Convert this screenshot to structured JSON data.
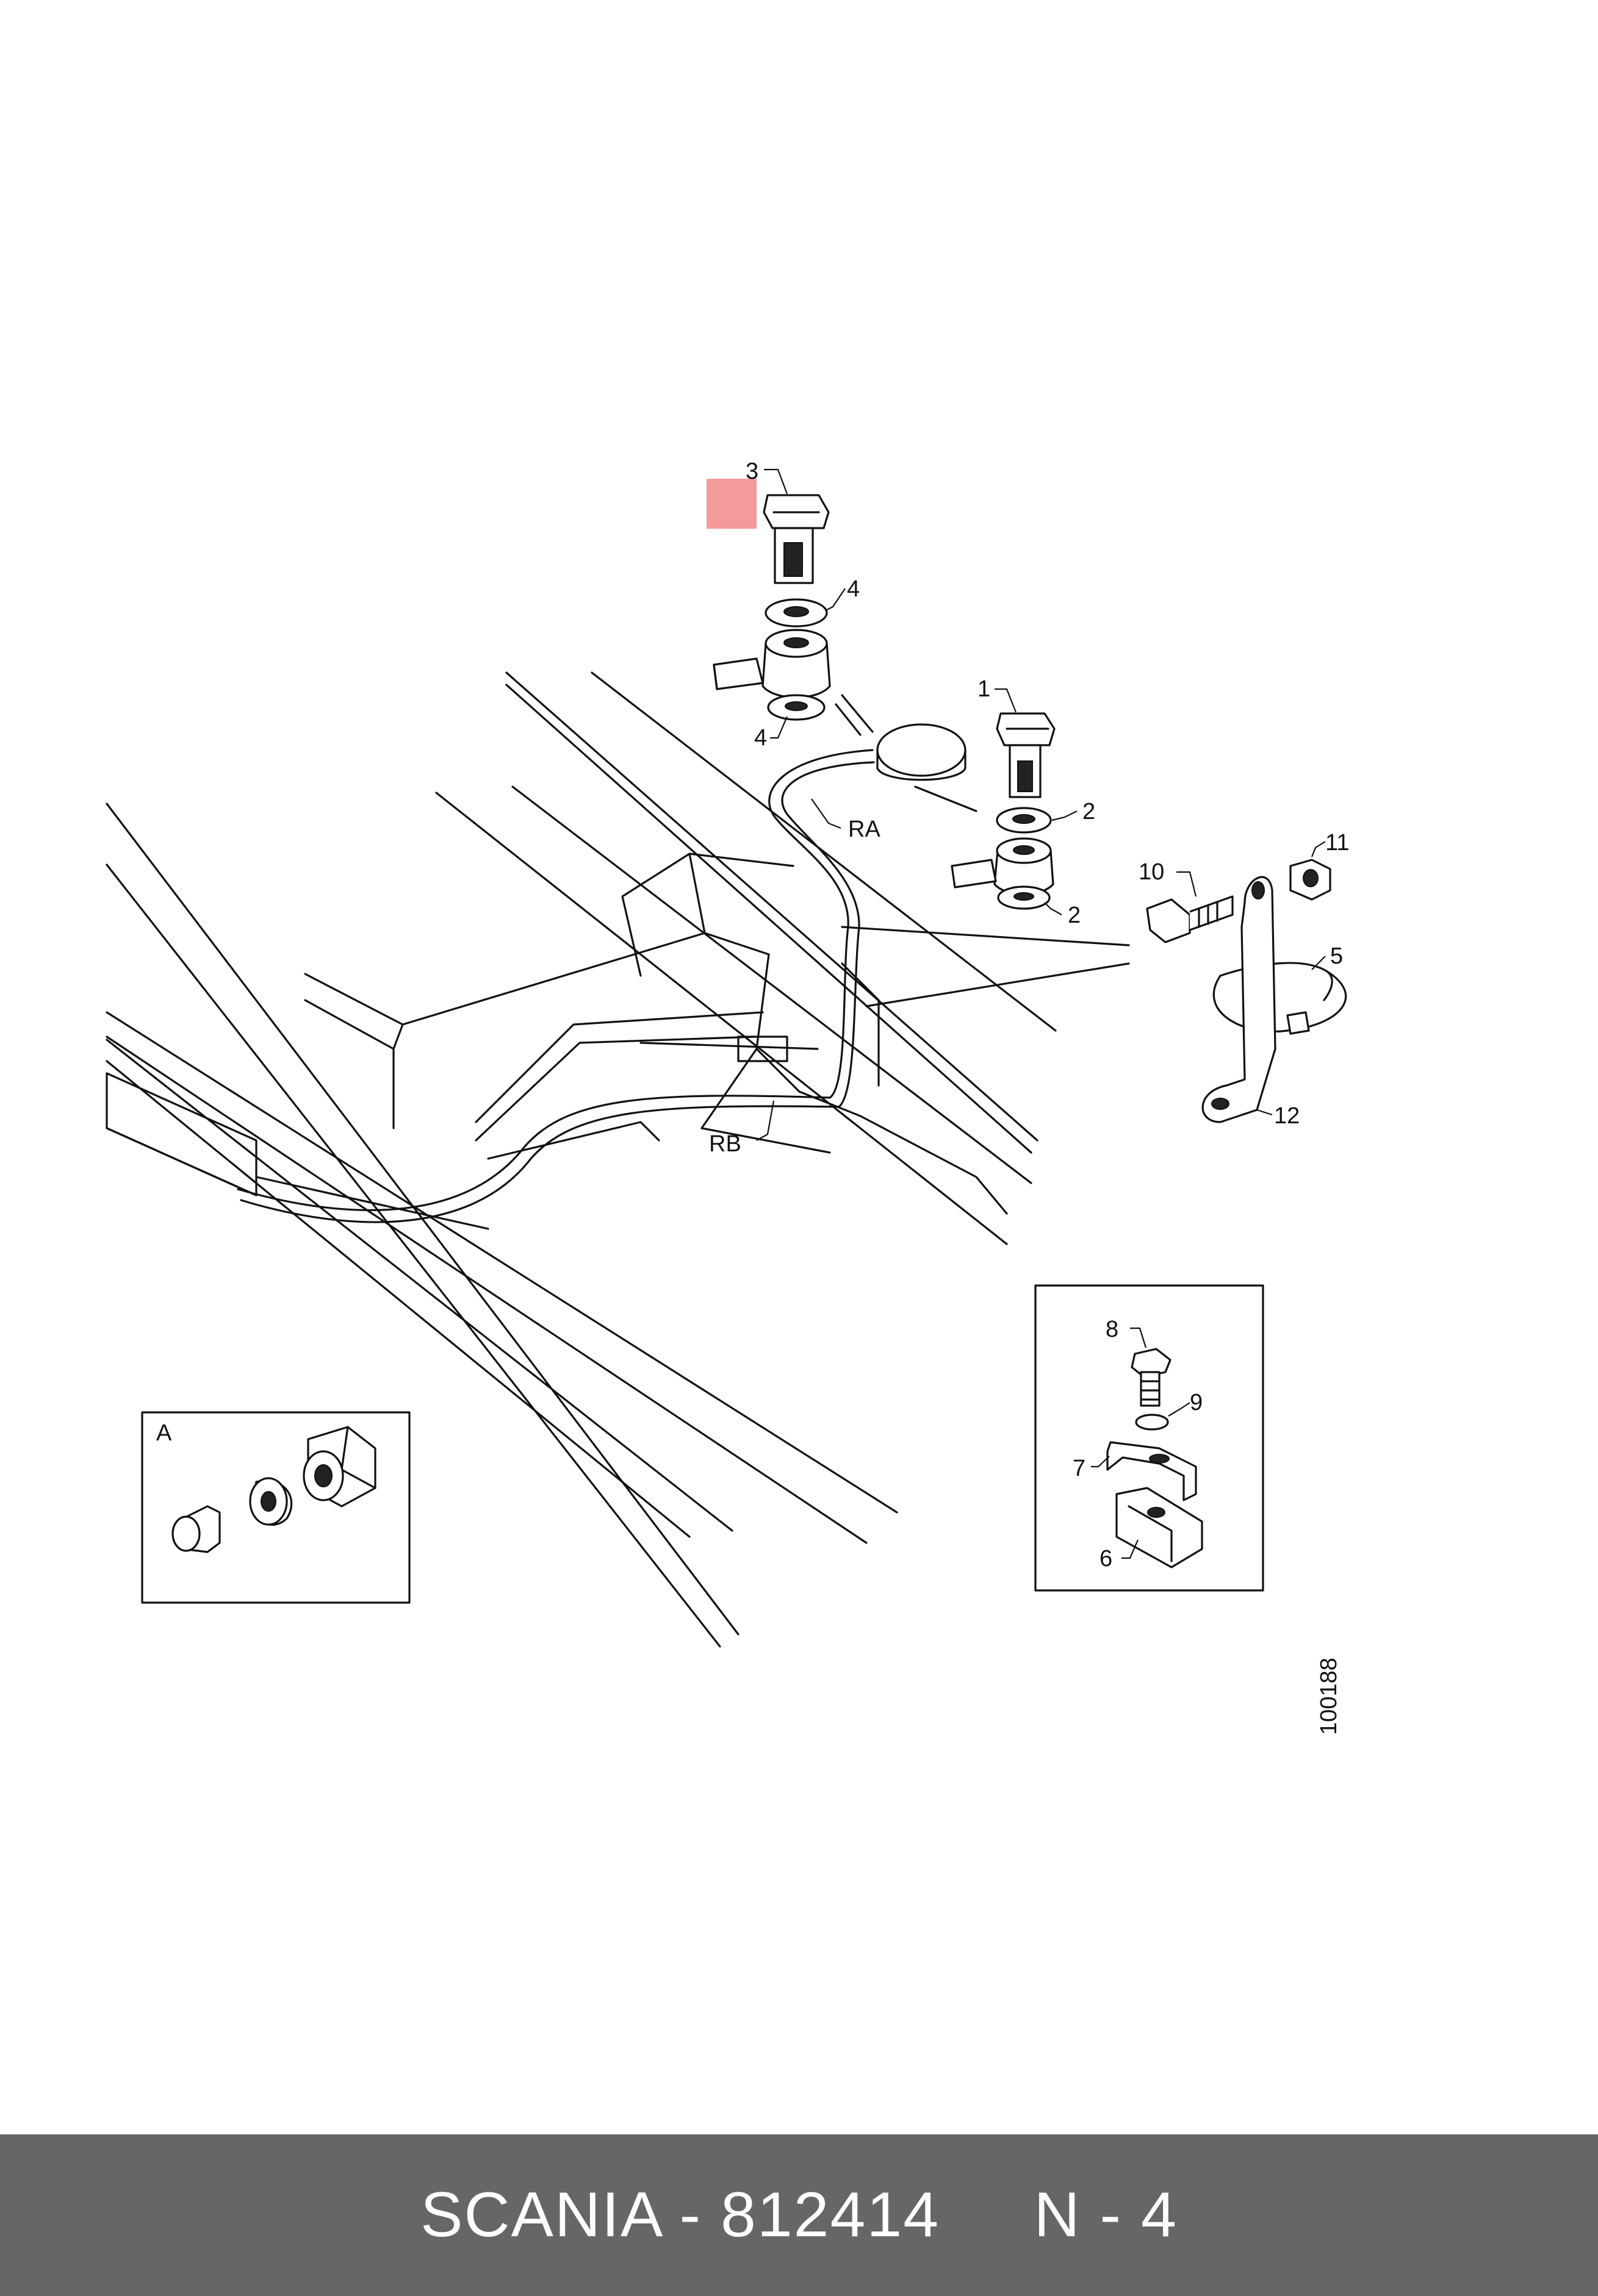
{
  "diagram": {
    "drawing_number": "100188",
    "callouts": {
      "c1": "1",
      "c2a": "2",
      "c2b": "2",
      "c3": "3",
      "c4a": "4",
      "c4b": "4",
      "c5": "5",
      "c6": "6",
      "c7": "7",
      "c8": "8",
      "c9": "9",
      "c10": "10",
      "c11": "11",
      "c12": "12"
    },
    "pipe_labels": {
      "ra": "RA",
      "rb": "RB"
    },
    "detail_a_label": "A",
    "highlight_color": "#f49a9a"
  },
  "footer": {
    "text": "SCANIA - 812414     N - 4",
    "background": "#666666"
  }
}
